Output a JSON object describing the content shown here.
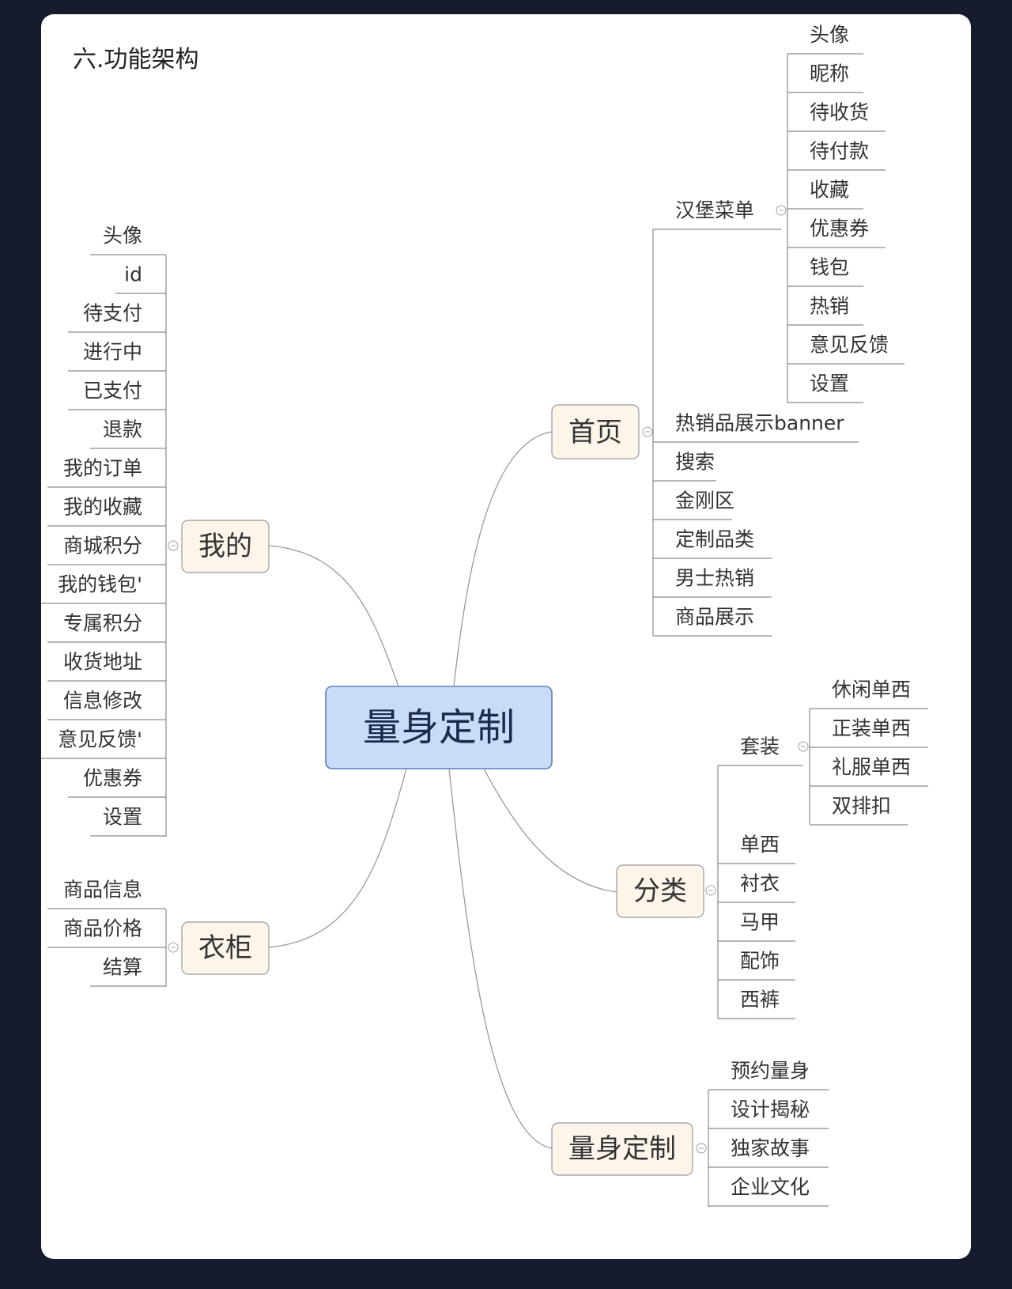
{
  "title": "六.功能架构",
  "root": "量身定制",
  "branches": {
    "home": {
      "label": "首页",
      "children": [
        "汉堡菜单",
        "热销品展示banner",
        "搜索",
        "金刚区",
        "定制品类",
        "男士热销",
        "商品展示"
      ],
      "hamburger_children": [
        "头像",
        "昵称",
        "待收货",
        "待付款",
        "收藏",
        "优惠券",
        "钱包",
        "热销",
        "意见反馈",
        "设置"
      ]
    },
    "mine": {
      "label": "我的",
      "children": [
        "头像",
        "id",
        "待支付",
        "进行中",
        "已支付",
        "退款",
        "我的订单",
        "我的收藏",
        "商城积分",
        "我的钱包'",
        "专属积分",
        "收货地址",
        "信息修改",
        "意见反馈'",
        "优惠券",
        "设置"
      ]
    },
    "category": {
      "label": "分类",
      "children": [
        "套装",
        "单西",
        "衬衣",
        "马甲",
        "配饰",
        "西裤"
      ],
      "suit_children": [
        "休闲单西",
        "正装单西",
        "礼服单西",
        "双排扣"
      ]
    },
    "wardrobe": {
      "label": "衣柜",
      "children": [
        "商品信息",
        "商品价格",
        "结算"
      ]
    },
    "custom": {
      "label": "量身定制",
      "children": [
        "预约量身",
        "设计揭秘",
        "独家故事",
        "企业文化"
      ]
    }
  }
}
